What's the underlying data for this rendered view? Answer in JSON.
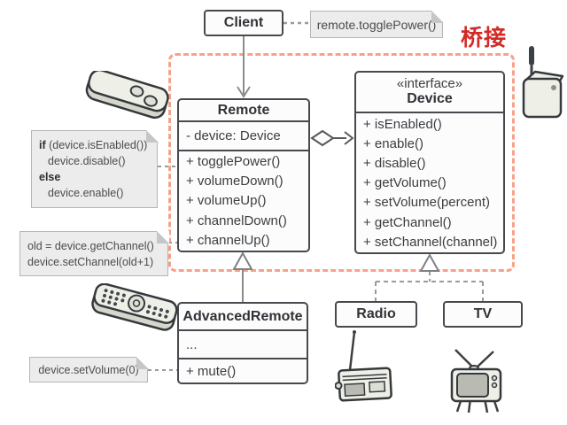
{
  "pattern_label": "桥接",
  "client": {
    "label": "Client"
  },
  "classes": {
    "remote": {
      "name": "Remote",
      "fields": [
        "- device: Device"
      ],
      "methods": [
        "+ togglePower()",
        "+ volumeDown()",
        "+ volumeUp()",
        "+ channelDown()",
        "+ channelUp()"
      ]
    },
    "device": {
      "stereotype": "«interface»",
      "name": "Device",
      "methods": [
        "+ isEnabled()",
        "+ enable()",
        "+ disable()",
        "+ getVolume()",
        "+ setVolume(percent)",
        "+ getChannel()",
        "+ setChannel(channel)"
      ]
    },
    "advanced_remote": {
      "name": "AdvancedRemote",
      "fields": [
        "..."
      ],
      "methods": [
        "+ mute()"
      ]
    },
    "radio": {
      "name": "Radio"
    },
    "tv": {
      "name": "TV"
    }
  },
  "notes": {
    "toggle_power": "remote.togglePower()",
    "if_note": {
      "kw_if": "if",
      "line1_rest": " (device.isEnabled())",
      "line2": "device.disable()",
      "kw_else": "else",
      "line4": "device.enable()"
    },
    "channel_note": {
      "line1": "old = device.getChannel()",
      "line2": "device.setChannel(old+1)"
    },
    "set_volume": "device.setVolume(0)"
  },
  "icons": {
    "top_left": "simple-remote-icon",
    "mid_left": "advanced-remote-icon",
    "top_right": "transmitter-icon",
    "bottom_radio": "radio-icon",
    "bottom_tv": "tv-icon"
  },
  "colors": {
    "boundary_accent": "#f9a188",
    "pattern_label_red": "#d22b27",
    "box_border": "#46494d",
    "note_background": "#ececec",
    "wire_gray": "#8c8c8c"
  }
}
